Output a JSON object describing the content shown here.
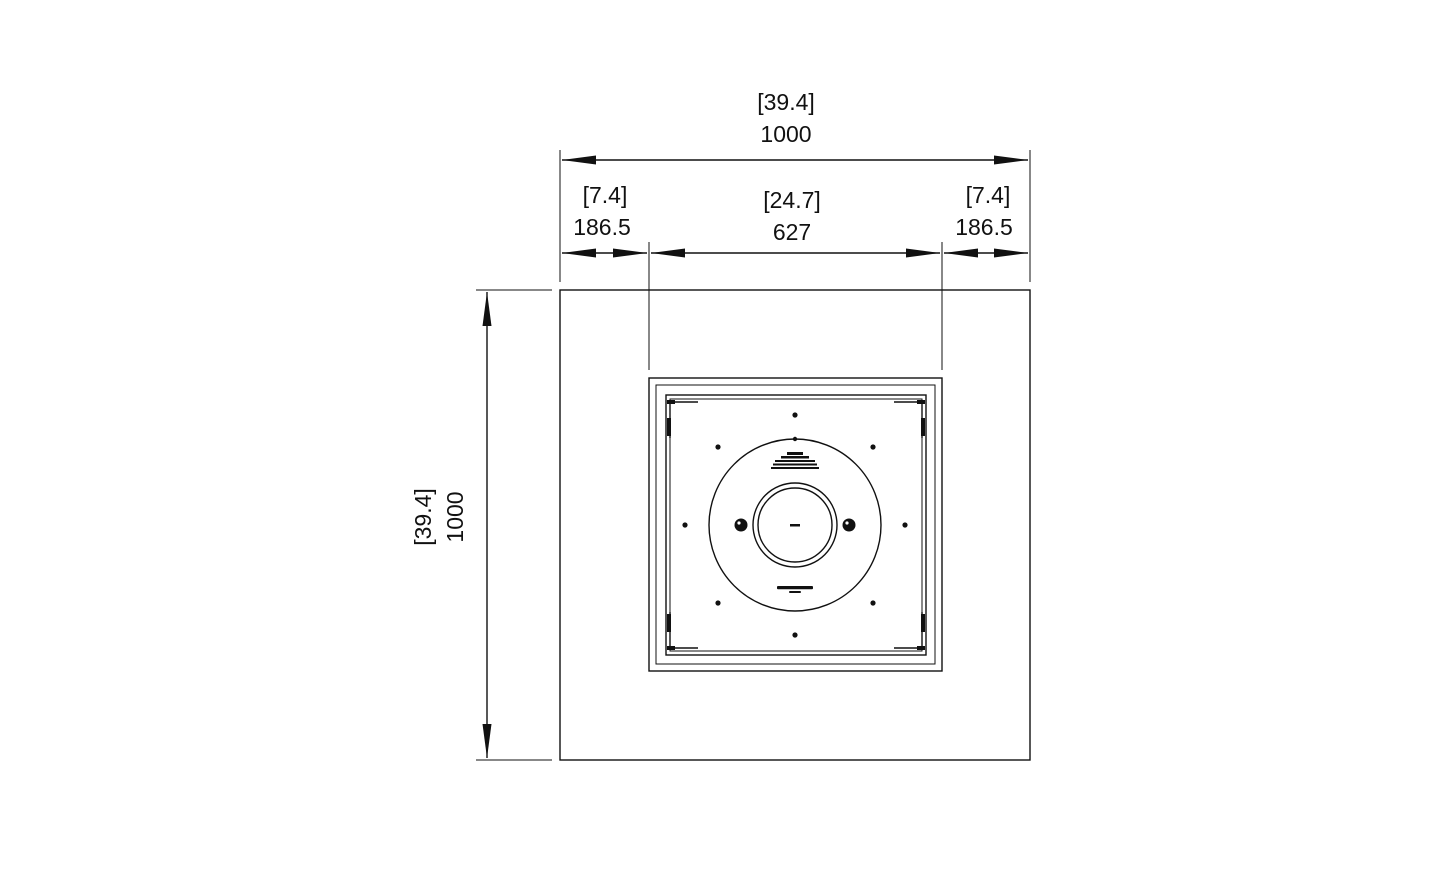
{
  "dimensions": {
    "total_width": {
      "inches": "[39.4]",
      "mm": "1000"
    },
    "left_margin": {
      "inches": "[7.4]",
      "mm": "186.5"
    },
    "center_opening": {
      "inches": "[24.7]",
      "mm": "627"
    },
    "right_margin": {
      "inches": "[7.4]",
      "mm": "186.5"
    },
    "total_depth": {
      "inches": "[39.4]",
      "mm": "1000"
    }
  },
  "colors": {
    "line": "#111111",
    "background": "#ffffff"
  },
  "icons": {
    "burner_logo": "ecosmart-fire-logo"
  }
}
